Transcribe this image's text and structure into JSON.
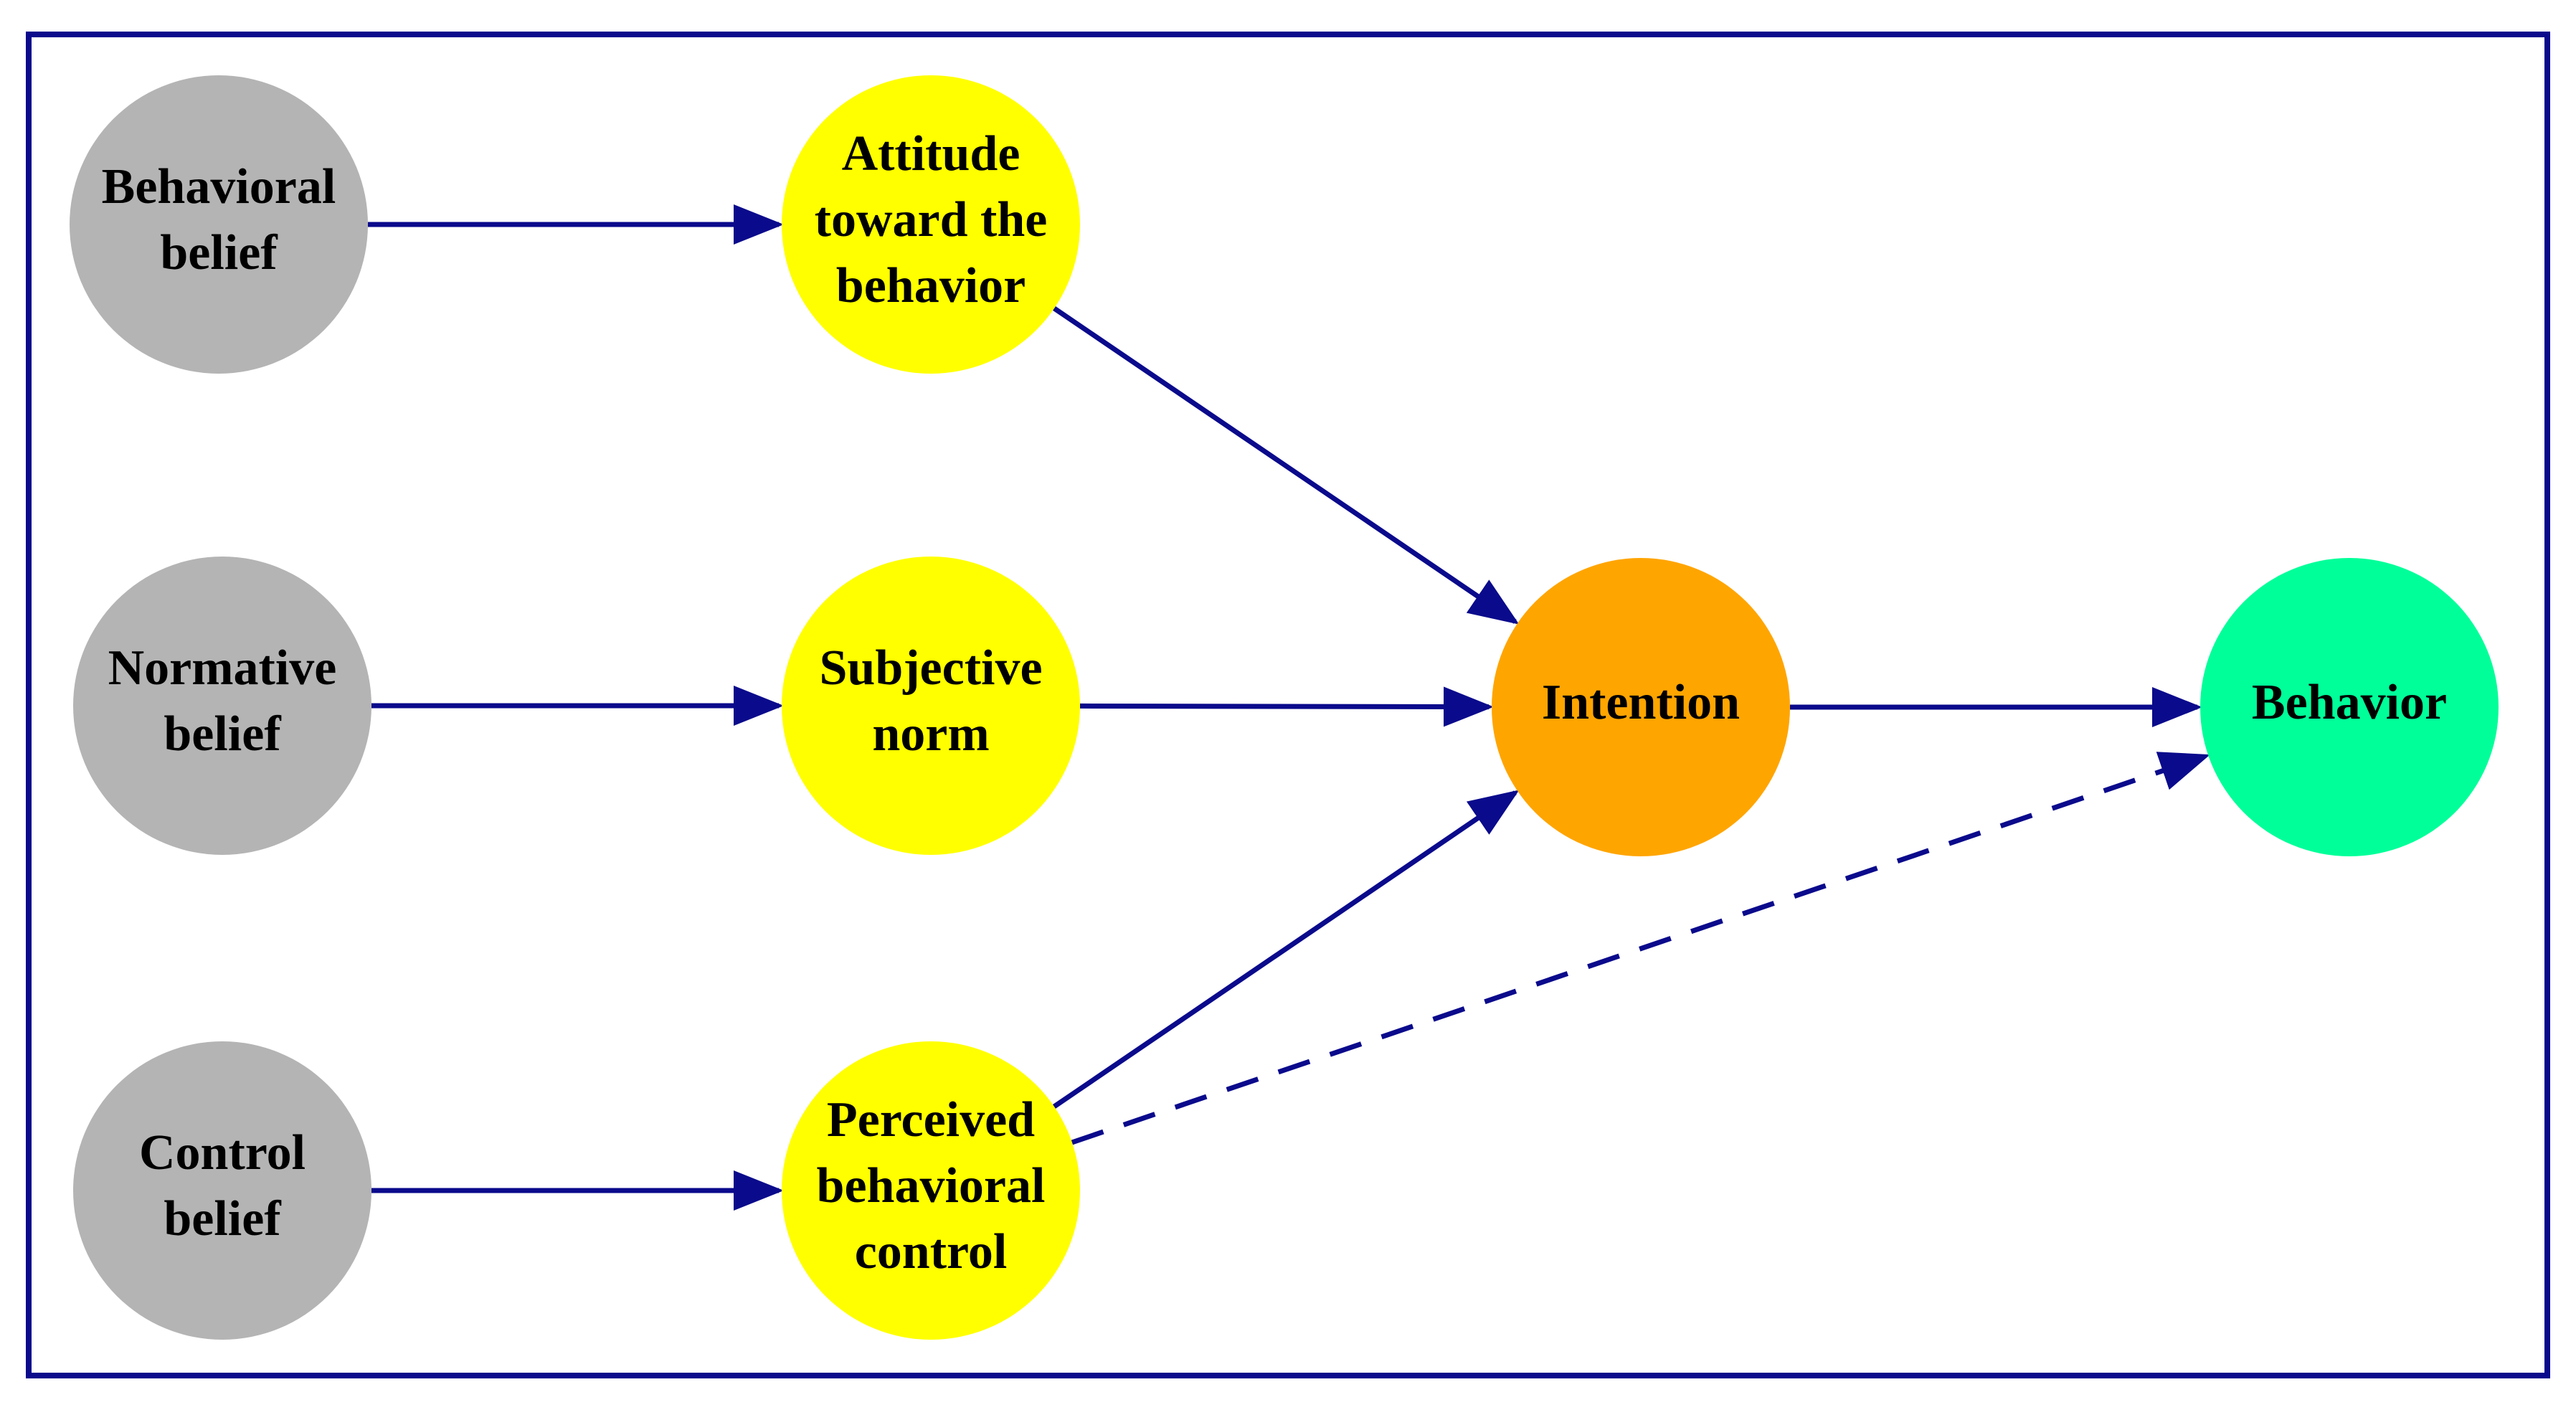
{
  "colors": {
    "frame": "#0a0a8c",
    "edge": "#0a0a8c",
    "belief": "#b4b4b4",
    "construct": "#ffff00",
    "intention": "#ffa500",
    "behavior": "#00ff99",
    "text": "#000000"
  },
  "nodes": [
    {
      "id": "behavioral-belief",
      "kind": "belief",
      "lines": [
        "Behavioral",
        "belief"
      ]
    },
    {
      "id": "normative-belief",
      "kind": "belief",
      "lines": [
        "Normative",
        "belief"
      ]
    },
    {
      "id": "control-belief",
      "kind": "belief",
      "lines": [
        "Control",
        "belief"
      ]
    },
    {
      "id": "attitude",
      "kind": "construct",
      "lines": [
        "Attitude",
        "toward the",
        "behavior"
      ]
    },
    {
      "id": "subjective-norm",
      "kind": "construct",
      "lines": [
        "Subjective",
        "norm"
      ]
    },
    {
      "id": "perceived-control",
      "kind": "construct",
      "lines": [
        "Perceived",
        "behavioral",
        "control"
      ]
    },
    {
      "id": "intention",
      "kind": "intention",
      "lines": [
        "Intention"
      ]
    },
    {
      "id": "behavior",
      "kind": "behavior",
      "lines": [
        "Behavior"
      ]
    }
  ],
  "edges": [
    {
      "from": "behavioral-belief",
      "to": "attitude",
      "style": "solid"
    },
    {
      "from": "normative-belief",
      "to": "subjective-norm",
      "style": "solid"
    },
    {
      "from": "control-belief",
      "to": "perceived-control",
      "style": "solid"
    },
    {
      "from": "attitude",
      "to": "intention",
      "style": "solid"
    },
    {
      "from": "subjective-norm",
      "to": "intention",
      "style": "solid"
    },
    {
      "from": "perceived-control",
      "to": "intention",
      "style": "solid"
    },
    {
      "from": "intention",
      "to": "behavior",
      "style": "solid"
    },
    {
      "from": "perceived-control",
      "to": "behavior",
      "style": "dashed"
    }
  ]
}
